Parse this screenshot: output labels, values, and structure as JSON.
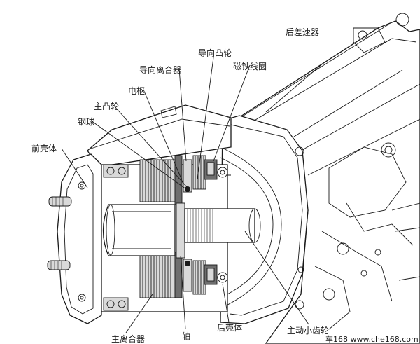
{
  "labels": {
    "rear_differential": "后差速器",
    "guide_cam": "导向凸轮",
    "guide_clutch": "导向离合器",
    "magnetic_coil": "磁铁线圈",
    "armature": "电枢",
    "main_cam": "主凸轮",
    "steel_ball": "钢球",
    "front_housing": "前壳体",
    "main_clutch": "主离合器",
    "shaft": "轴",
    "rear_housing": "后壳体",
    "drive_pinion": "主动小齿轮"
  },
  "watermark": "车168 www.che168.com"
}
